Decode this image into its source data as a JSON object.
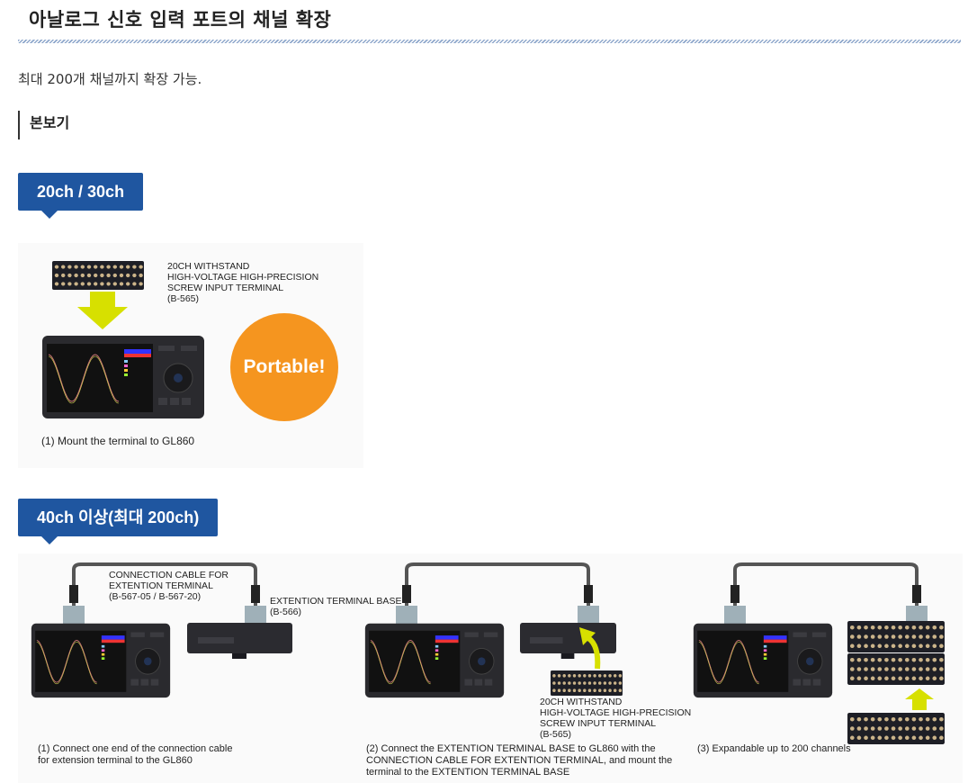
{
  "title": "아날로그 신호 입력 포트의 채널 확장",
  "intro": "최대 200개 채널까지 확장 가능.",
  "sample_heading": "본보기",
  "section1": {
    "badge": "20ch / 30ch",
    "terminal_label": "20CH WITHSTAND\nHIGH-VOLTAGE HIGH-PRECISION\nSCREW INPUT TERMINAL\n(B-565)",
    "portable": "Portable!",
    "caption": "(1) Mount the terminal to GL860"
  },
  "section2": {
    "badge": "40ch 이상(최대 200ch)",
    "cable_label": "CONNECTION CABLE FOR\nEXTENTION TERMINAL\n(B-567-05 / B-567-20)",
    "base_label": "EXTENTION TERMINAL BASE\n(B-566)",
    "terminal_label": "20CH WITHSTAND\nHIGH-VOLTAGE HIGH-PRECISION\nSCREW INPUT TERMINAL\n(B-565)",
    "captions": [
      "(1) Connect one end of the connection cable\nfor extension terminal to the GL860",
      "(2) Connect the EXTENTION TERMINAL BASE to GL860 with the\nCONNECTION CABLE FOR EXTENTION TERMINAL, and mount the\nterminal to the EXTENTION TERMINAL BASE",
      "(3) Expandable up to 200 channels"
    ]
  },
  "colors": {
    "accent": "#1f56a0",
    "arrow": "#d7e000",
    "portable": "#f5951f"
  }
}
